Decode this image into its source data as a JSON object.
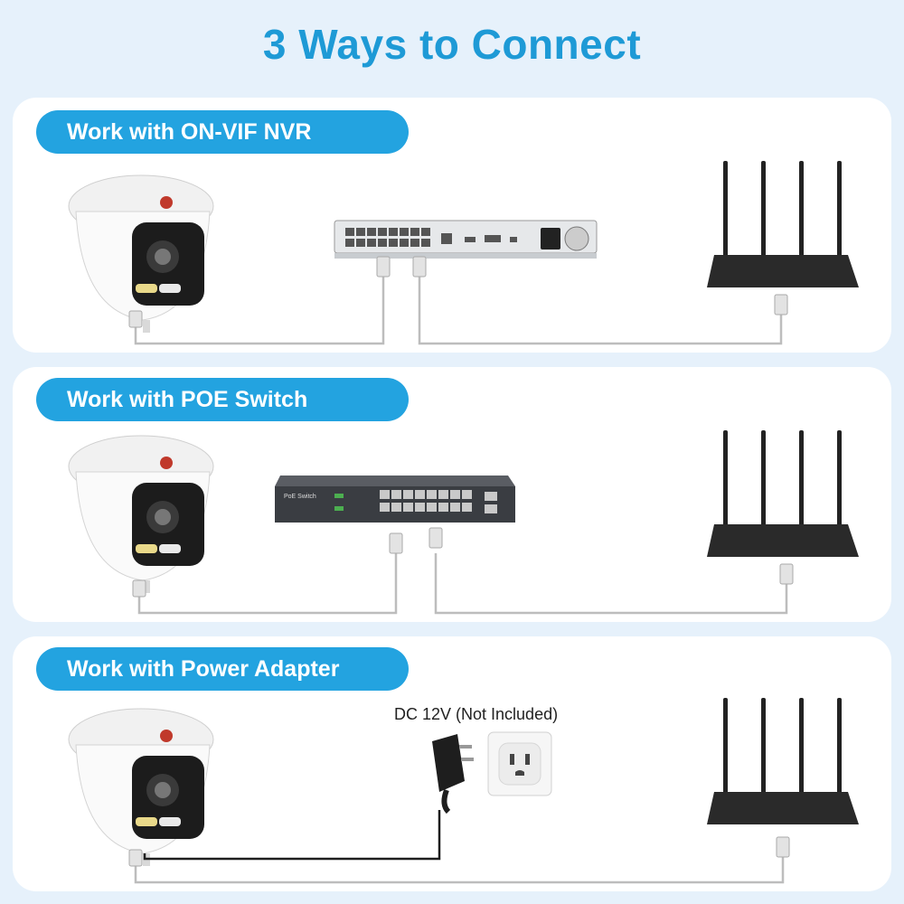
{
  "title": "3 Ways to Connect",
  "panels": [
    {
      "label": "Work with ON-VIF NVR"
    },
    {
      "label": "Work with POE Switch",
      "switch_label": "PoE Switch"
    },
    {
      "label": "Work with Power Adapter",
      "adapter_note": "DC 12V (Not Included)"
    }
  ],
  "colors": {
    "accent": "#23a3e0",
    "title": "#1e9ad6",
    "background": "#e6f1fb",
    "panel": "#ffffff",
    "cable": "#bdbdbd",
    "router": "#222222"
  }
}
